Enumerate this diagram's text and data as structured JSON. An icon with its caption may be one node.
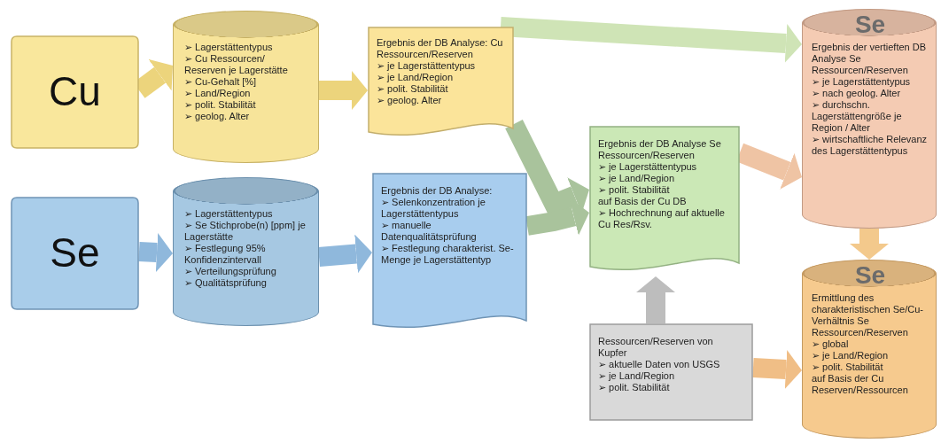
{
  "diagram": {
    "nodes": [
      {
        "text": [
          "Cu"
        ]
      },
      {
        "text": [
          "➢ Lagerstättentypus",
          "➢ Cu Ressourcen/ Reserven je Lagerstätte",
          "➢ Cu-Gehalt [%]",
          "➢ Land/Region",
          "➢ polit. Stabilität",
          "➢ geolog. Alter"
        ]
      },
      {
        "text": [
          "Ergebnis der DB Analyse: Cu Ressourcen/Reserven",
          "➢ je Lagerstättentypus",
          "➢ je Land/Region",
          "➢ polit. Stabilität",
          "➢ geolog. Alter"
        ]
      },
      {
        "text": [
          "Se"
        ]
      },
      {
        "text": [
          "➢ Lagerstättentypus",
          "➢ Se Stichprobe(n) [ppm] je Lagerstätte",
          "➢ Festlegung 95% Konfidenzintervall",
          "➢ Verteilungsprüfung",
          "➢ Qualitätsprüfung"
        ]
      },
      {
        "text": [
          "Ergebnis der DB Analyse:",
          "➢ Selenkonzentration je Lagerstättentypus",
          "➢ manuelle Datenqualitätsprüfung",
          "➢ Festlegung charakterist. Se-Menge je Lagerstättentyp"
        ]
      },
      {
        "text": [
          "Ergebnis der DB Analyse Se Ressourcen/Reserven",
          "➢ je Lagerstättentypus",
          "➢ je Land/Region",
          "➢ polit. Stabilität",
          "auf Basis der Cu DB",
          "➢ Hochrechnung auf aktuelle Cu Res/Rsv."
        ]
      },
      {
        "text": [
          "Ressourcen/Reserven von Kupfer",
          "➢ aktuelle Daten von USGS",
          "➢ je Land/Region",
          "➢ polit. Stabilität"
        ]
      },
      {
        "text": [
          "Se",
          "Ergebnis der vertieften DB Analyse Se Ressourcen/Reserven",
          "➢ je Lagerstättentypus",
          "➢ nach geolog. Alter",
          "➢ durchschn. Lagerstättengröße je Region / Alter",
          "➢ wirtschaftliche Relevanz des Lagerstättentypus"
        ]
      },
      {
        "text": [
          "Se",
          "Ermittlung des charakteristischen Se/Cu-Verhältnis Se Ressourcen/Reserven",
          "➢ global",
          "➢ je Land/Region",
          "➢ polit. Stabilität",
          "auf Basis der Cu Reserven/Ressourcen"
        ]
      }
    ],
    "edges": [
      {
        "from": 0,
        "to": 1,
        "arrow": "to",
        "color": "#ecd47c"
      },
      {
        "from": 1,
        "to": 2,
        "arrow": "to",
        "color": "#ecd47c"
      },
      {
        "from": 3,
        "to": 4,
        "arrow": "to",
        "color": "#8fb8dc"
      },
      {
        "from": 4,
        "to": 5,
        "arrow": "to",
        "color": "#8fb8dc"
      },
      {
        "from": 2,
        "to": 8,
        "arrow": "to",
        "color": "#cfe4b6"
      },
      {
        "from": 2,
        "to": 6,
        "arrow": "to",
        "color": "#a9c39c"
      },
      {
        "from": 5,
        "to": 6,
        "arrow": "to",
        "color": "#a9c39c"
      },
      {
        "from": 6,
        "to": 8,
        "arrow": "to",
        "color": "#efc4a4"
      },
      {
        "from": 7,
        "to": 6,
        "arrow": "to",
        "color": "#bdbdbd"
      },
      {
        "from": 7,
        "to": 9,
        "arrow": "to",
        "color": "#f0be86"
      },
      {
        "from": 8,
        "to": 9,
        "arrow": "to",
        "color": "#f3c98c"
      }
    ]
  }
}
